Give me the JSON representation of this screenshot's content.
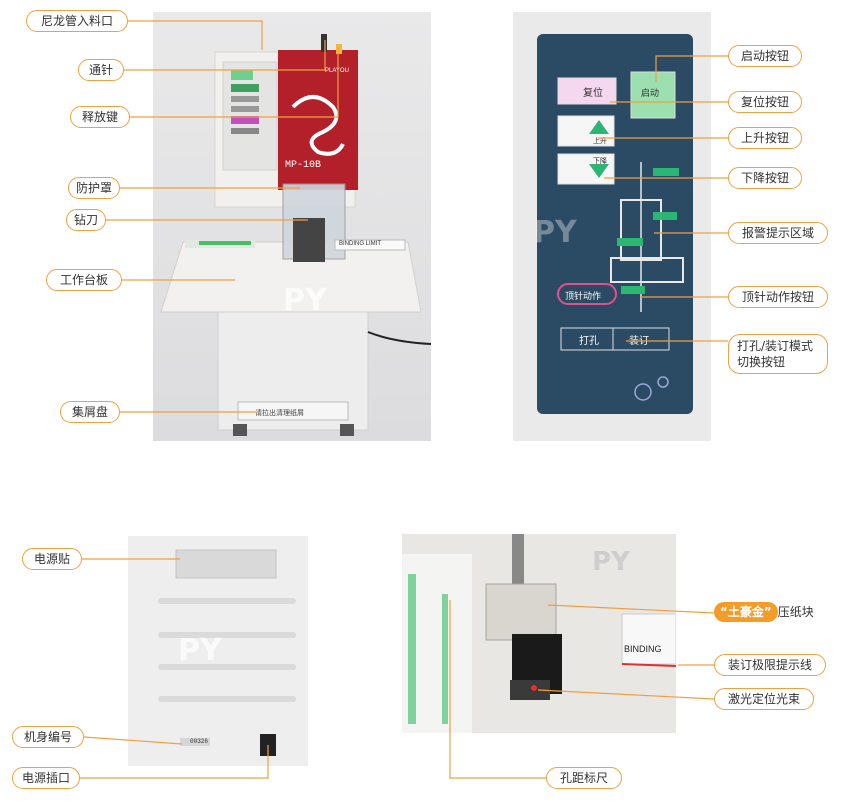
{
  "machine": {
    "model": "MP-10B",
    "brand_small": "PLAYOU",
    "binding_limit": "BINDING LIMIT",
    "tray_text": "请拉出清理纸屑"
  },
  "panel": {
    "reset": "复位",
    "start": "启动",
    "up": "上升",
    "down": "下降",
    "top_pin": "顶针动作",
    "punch": "打孔",
    "bind": "装订"
  },
  "back": {
    "serial": "00326"
  },
  "closeup": {
    "binding": "BINDING"
  },
  "labels": {
    "nylon_inlet": "尼龙管入料口",
    "push_pin": "通针",
    "release_key": "释放键",
    "guard": "防护罩",
    "drill": "钻刀",
    "worktable": "工作台板",
    "chip_tray": "集屑盘",
    "start_button": "启动按钮",
    "reset_button": "复位按钮",
    "up_button": "上升按钮",
    "down_button": "下降按钮",
    "alarm_area": "报警提示区域",
    "top_pin_button": "顶针动作按钮",
    "mode_switch_line1": "打孔/装订模式",
    "mode_switch_line2": "切换按钮",
    "power_sticker": "电源贴",
    "serial_number": "机身编号",
    "power_socket": "电源插口",
    "press_block_highlight": "“土豪金”",
    "press_block_rest": "压纸块",
    "binding_limit_line": "装订极限提示线",
    "laser_beam": "激光定位光束",
    "hole_ruler": "孔距标尺"
  },
  "colors": {
    "accent_orange": "#f0a040",
    "machine_red": "#b3202a",
    "panel_navy": "#2b4a63"
  }
}
